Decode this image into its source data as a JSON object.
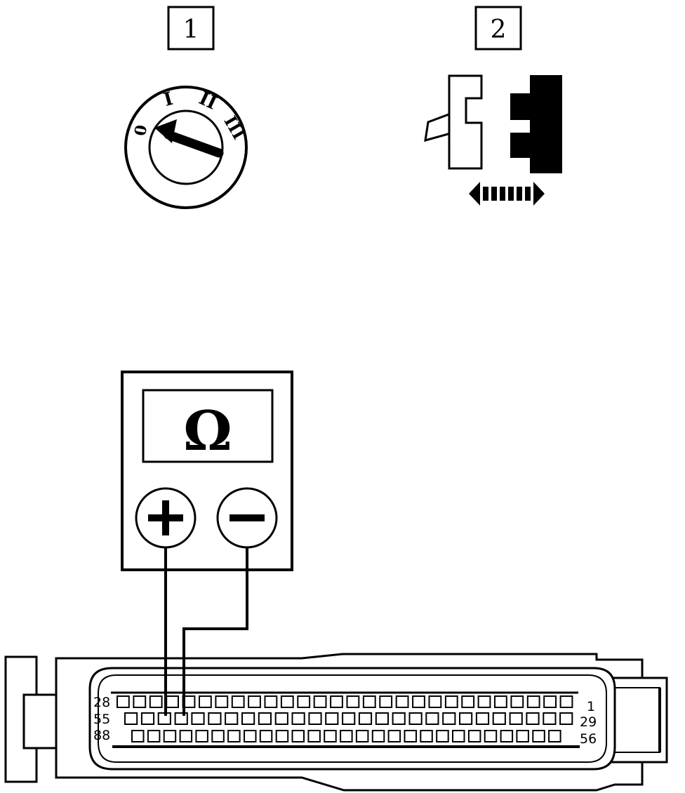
{
  "steps": [
    {
      "label": "1",
      "icon": "ignition-switch-icon"
    },
    {
      "label": "2",
      "icon": "connector-disconnect-icon"
    }
  ],
  "ignition": {
    "positions": [
      "0",
      "I",
      "II",
      "III"
    ]
  },
  "meter": {
    "symbol": "Ω",
    "positive": "+",
    "negative": "−"
  },
  "connector": {
    "rows": [
      {
        "left_label": "28",
        "right_label": "1",
        "pins": 28
      },
      {
        "left_label": "55",
        "right_label": "29",
        "pins": 27
      },
      {
        "left_label": "88",
        "right_label": "56",
        "pins": 27
      }
    ]
  },
  "colors": {
    "line": "#000000",
    "background": "#ffffff"
  }
}
